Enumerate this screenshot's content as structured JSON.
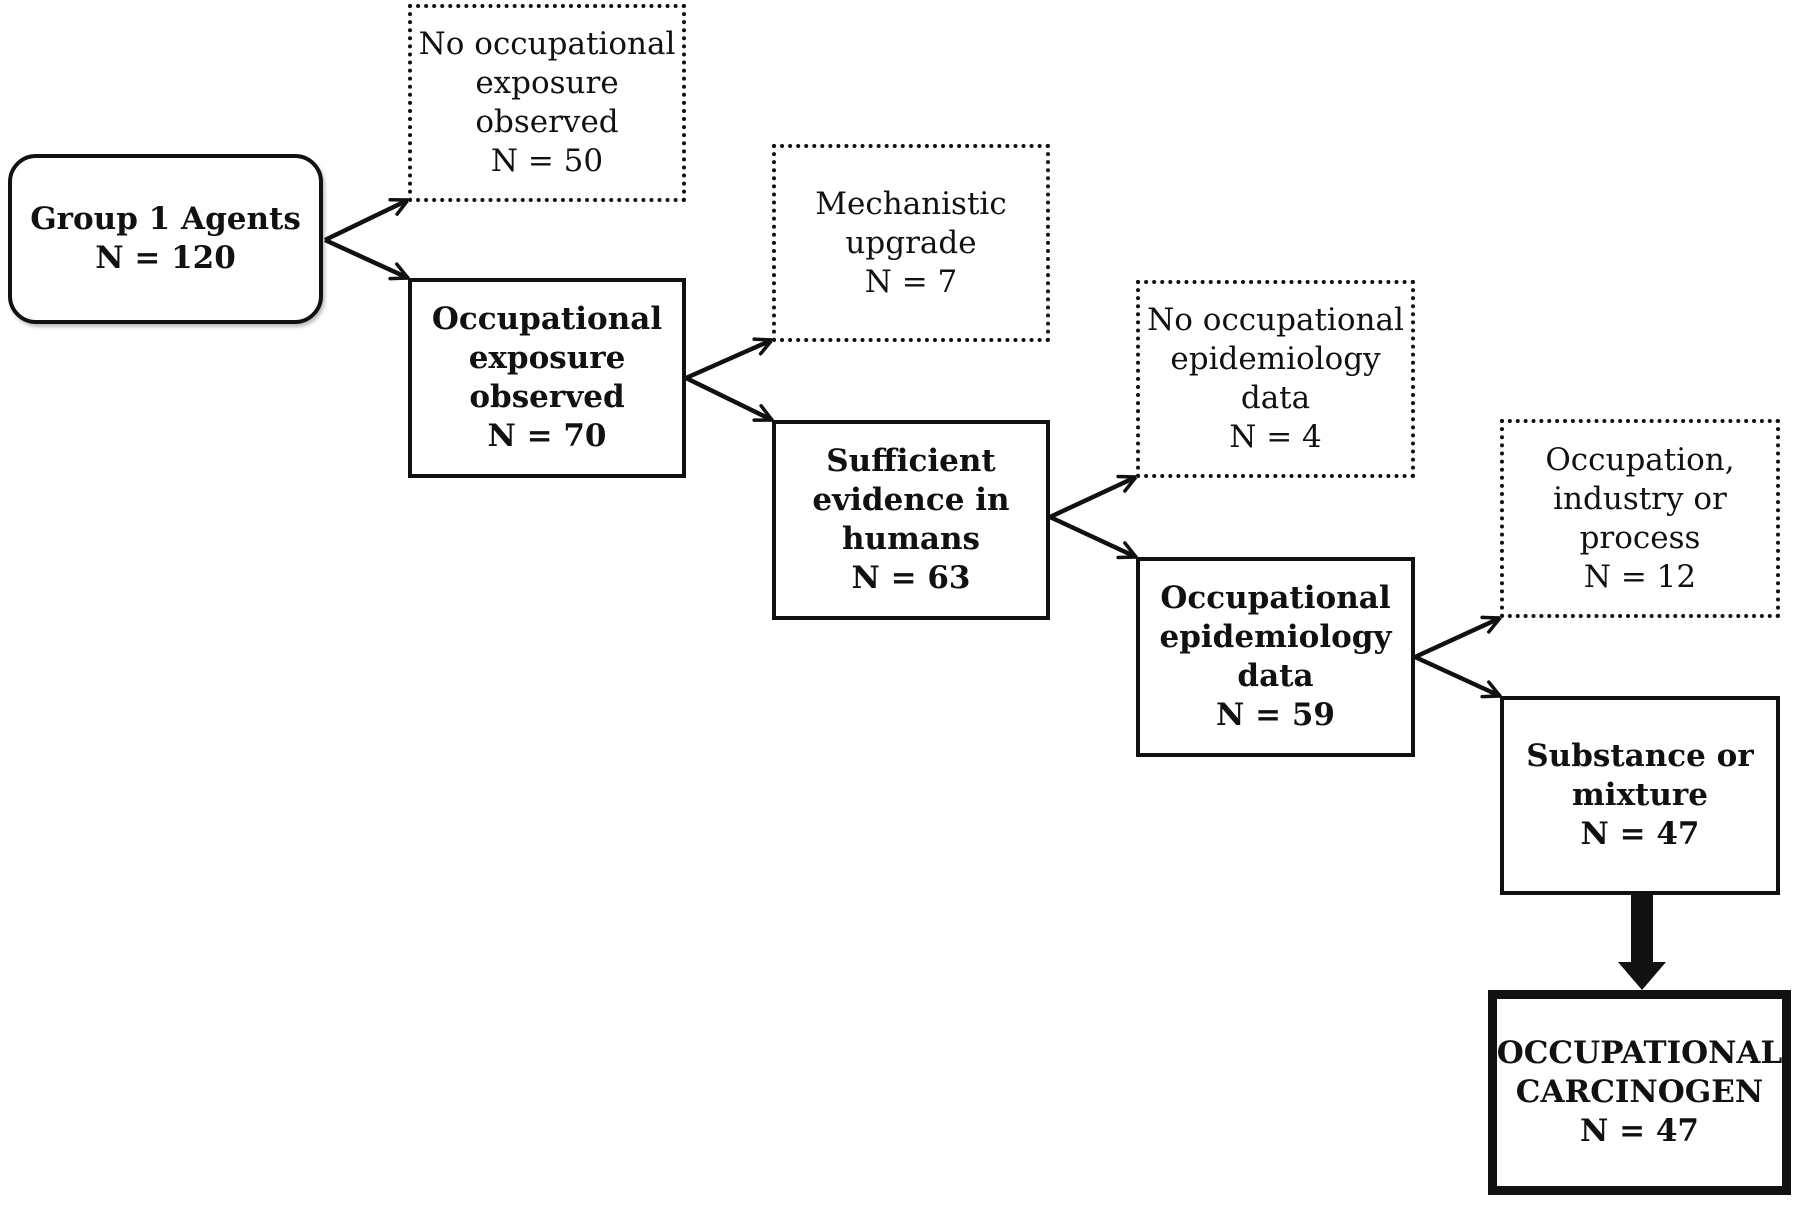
{
  "diagram": {
    "start": {
      "title": "Group 1 Agents",
      "count": "N = 120"
    },
    "excluded_no_exposure": {
      "line1": "No occupational",
      "line2": "exposure",
      "line3": "observed",
      "count": "N = 50"
    },
    "occupational_exposure": {
      "line1": "Occupational",
      "line2": "exposure",
      "line3": "observed",
      "count": "N = 70"
    },
    "excluded_mechanistic": {
      "line1": "Mechanistic",
      "line2": "upgrade",
      "count": "N = 7"
    },
    "sufficient_evidence": {
      "line1": "Sufficient",
      "line2": "evidence in",
      "line3": "humans",
      "count": "N = 63"
    },
    "excluded_no_epi": {
      "line1": "No occupational",
      "line2": "epidemiology",
      "line3": "data",
      "count": "N = 4"
    },
    "occupational_epi": {
      "line1": "Occupational",
      "line2": "epidemiology",
      "line3": "data",
      "count": "N = 59"
    },
    "excluded_occupation": {
      "line1": "Occupation,",
      "line2": "industry or",
      "line3": "process",
      "count": "N = 12"
    },
    "substance": {
      "line1": "Substance or",
      "line2": "mixture",
      "count": "N = 47"
    },
    "final": {
      "line1": "OCCUPATIONAL",
      "line2": "CARCINOGEN",
      "count": "N = 47"
    }
  },
  "colors": {
    "stroke": "#111111",
    "background": "#ffffff"
  }
}
